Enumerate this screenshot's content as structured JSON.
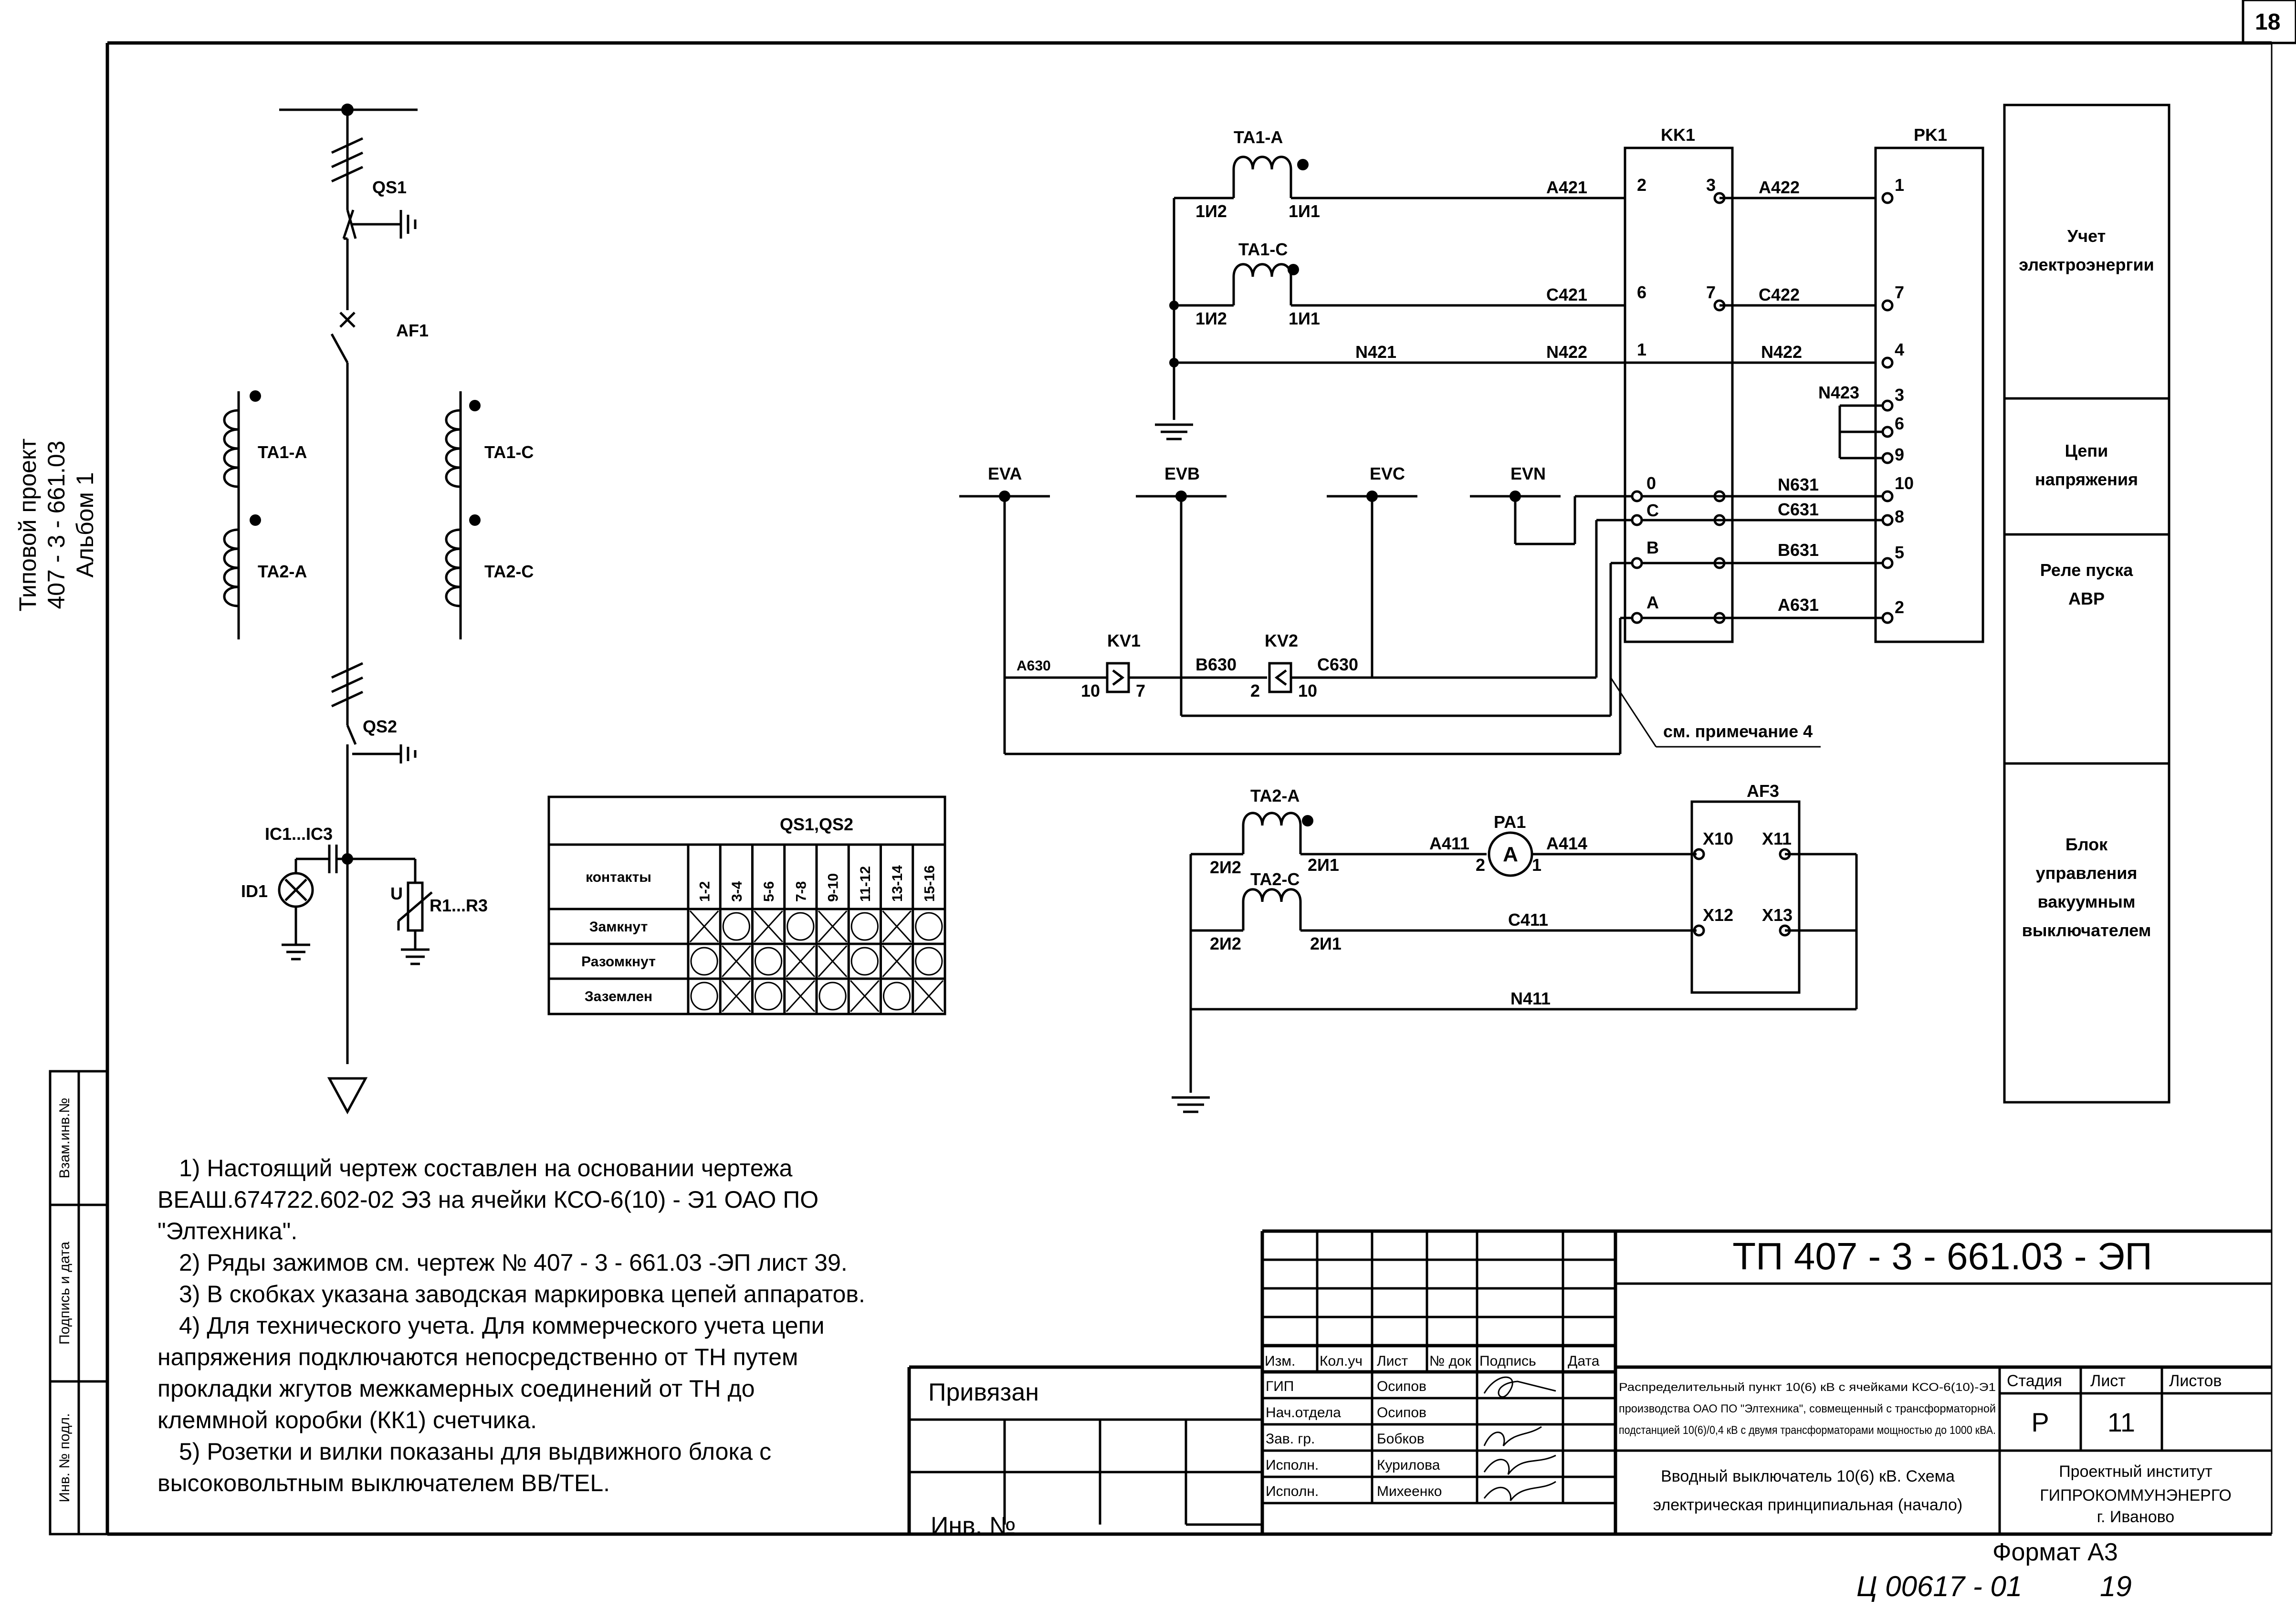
{
  "page_number": "18",
  "side_title": {
    "line1": "Типовой проект",
    "line2": "407 - 3 - 661.03",
    "line3": "Альбом   1"
  },
  "left_margin": {
    "vzam": "Взам.инв.№",
    "podpis": "Подпись и дата",
    "inv": "Инв. № подл."
  },
  "single_line": {
    "qs1": "QS1",
    "af1": "AF1",
    "ta1a": "TA1-A",
    "ta2a": "TA2-A",
    "ta1c": "TA1-C",
    "ta2c": "TA2-C",
    "qs2": "QS2",
    "ic": "IC1...IC3",
    "id": "ID1",
    "r": "R1...R3",
    "u": "U"
  },
  "table": {
    "header": "QS1,QS2",
    "row_label": "контакты",
    "columns": [
      "1-2",
      "3-4",
      "5-6",
      "7-8",
      "9-10",
      "11-12",
      "13-14",
      "15-16"
    ],
    "rows": [
      {
        "label": "Замкнут",
        "marks": [
          "X",
          "O",
          "X",
          "O",
          "X",
          "O",
          "X",
          "O"
        ]
      },
      {
        "label": "Разомкнут",
        "marks": [
          "O",
          "X",
          "O",
          "X",
          "X",
          "O",
          "X",
          "O"
        ]
      },
      {
        "label": "Заземлен",
        "marks": [
          "O",
          "X",
          "O",
          "X",
          "O",
          "X",
          "O",
          "X"
        ]
      }
    ]
  },
  "current_circuit": {
    "ta1a": "TA1-A",
    "ta1c": "TA1-C",
    "i2": "1И2",
    "i1": "1И1",
    "a421": "A421",
    "c421": "C421",
    "n421": "N421",
    "n422": "N422",
    "kk1": "KK1",
    "pk1": "PK1",
    "kk_pins": [
      "2",
      "3",
      "6",
      "7",
      "1"
    ],
    "a422": "A422",
    "c422": "C422",
    "n422b": "N422",
    "n423": "N423",
    "pk_pins": [
      "1",
      "7",
      "4",
      "3",
      "6",
      "9"
    ]
  },
  "voltage_circuit": {
    "eva": "EVA",
    "evb": "EVB",
    "evc": "EVC",
    "evn": "EVN",
    "kk_letters": [
      "0",
      "C",
      "B",
      "A"
    ],
    "n631": "N631",
    "c631": "C631",
    "b631": "B631",
    "a631": "A631",
    "pk_pins": [
      "10",
      "8",
      "5",
      "2"
    ],
    "a630": "A630",
    "b630": "B630",
    "c630": "C630",
    "kv1": "KV1",
    "kv2": "KV2",
    "kv1_pins": [
      "10",
      "7"
    ],
    "kv2_pins": [
      "2",
      "10"
    ],
    "note4": "см. примечание 4"
  },
  "measure_circuit": {
    "ta2a": "TA2-A",
    "ta2c": "TA2-C",
    "i2": "2И2",
    "i1": "2И1",
    "a411": "A411",
    "pa1": "PA1",
    "a414": "A414",
    "c411": "C411",
    "n411": "N411",
    "ammeter": "A",
    "pa_pins": [
      "2",
      "1"
    ],
    "af3": "AF3",
    "x10": "X10",
    "x11": "X11",
    "x12": "X12",
    "x13": "X13"
  },
  "side_boxes": [
    "Учет\nэлектроэнергии",
    "Цепи\nнапряжения",
    "Реле пуска\nАВР",
    "Блок\nуправления\nвакуумным\nвыключателем"
  ],
  "notes": [
    "1)  Настоящий чертеж составлен на основании чертежа",
    "ВЕАШ.674722.602-02  Э3 на ячейки КСО-6(10) - Э1  ОАО  ПО",
    "\"Элтехника\".",
    "2)  Ряды зажимов см. чертеж № 407 - 3 - 661.03 -ЭП лист 39.",
    "3) В скобках указана заводская маркировка цепей аппаратов.",
    "4) Для технического учета. Для коммерческого учета цепи",
    "напряжения подключаются непосредственно от ТН путем",
    "прокладки жгутов межкамерных соединений от  ТН до",
    "клеммной коробки (КК1) счетчика.",
    "5) Розетки и вилки показаны для выдвижного блока с",
    "высоковольтным выключателем ВВ/TEL."
  ],
  "stamp": {
    "doc_code": "ТП  407 - 3 - 661.03 - ЭП",
    "privyazan": "Привязан",
    "inv": "Инв. №",
    "col_headers": [
      "Изм.",
      "Кол.уч",
      "Лист",
      "№ док",
      "Подпись",
      "Дата"
    ],
    "roles": [
      "ГИП",
      "Нач.отдела",
      "Зав. гр.",
      "Исполн.",
      "Исполн."
    ],
    "names": [
      "Осипов",
      "Осипов",
      "Бобков",
      "Курилова",
      "Михеенко"
    ],
    "description": [
      "Распределительный пункт 10(6) кВ с ячейками КСО-6(10)-Э1",
      "производства ОАО ПО \"Элтехника\", совмещенный с трансформаторной",
      "подстанцией 10(6)/0,4 кВ с двумя трансформаторами мощностью до 1000 кВА."
    ],
    "sheet_title": [
      "Вводный выключатель 10(6) кВ. Схема",
      "электрическая принципиальная (начало)"
    ],
    "stage_label": "Стадия",
    "sheet_label": "Лист",
    "sheets_label": "Листов",
    "stage": "Р",
    "sheet": "11",
    "institute": [
      "Проектный институт",
      "ГИПРОКОММУНЭНЕРГО",
      "г. Иваново"
    ],
    "format": "Формат А3",
    "handwritten": "Ц 00617 - 01",
    "handwritten2": "19"
  }
}
